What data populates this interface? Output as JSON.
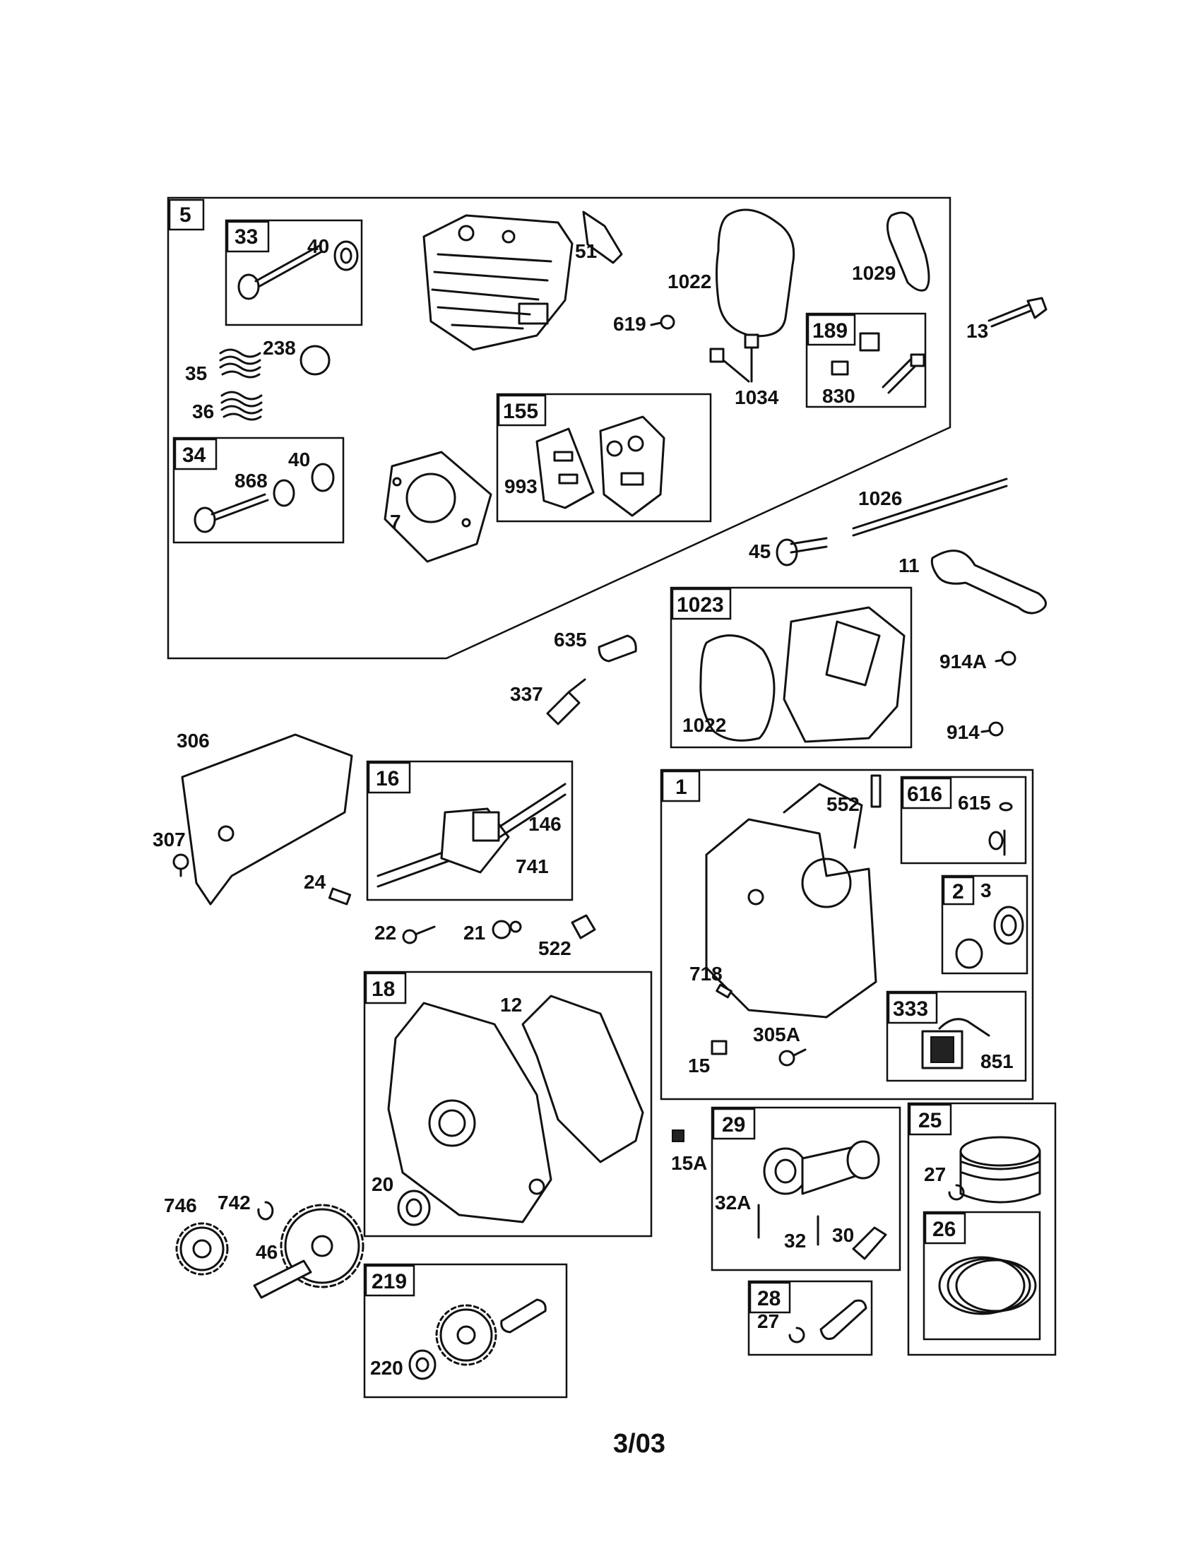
{
  "labels": {
    "b5": "5",
    "b33": "33",
    "b34": "34",
    "b155": "155",
    "b189": "189",
    "b1023": "1023",
    "b16": "16",
    "b1": "1",
    "b616": "616",
    "b2": "2",
    "b18": "18",
    "b333": "333",
    "b29": "29",
    "b25": "25",
    "b26": "26",
    "b28": "28",
    "b219": "219",
    "p40a": "40",
    "p51": "51",
    "p1022a": "1022",
    "p1029": "1029",
    "p13": "13",
    "p619": "619",
    "p238": "238",
    "p35": "35",
    "p36": "36",
    "p1034": "1034",
    "p830": "830",
    "p40b": "40",
    "p868": "868",
    "p7": "7",
    "p993": "993",
    "p1026": "1026",
    "p45": "45",
    "p11": "11",
    "p635": "635",
    "p337": "337",
    "p1022b": "1022",
    "p914A": "914A",
    "p914": "914",
    "p306": "306",
    "p307": "307",
    "p146": "146",
    "p741": "741",
    "p552": "552",
    "p615": "615",
    "p24": "24",
    "p22": "22",
    "p21": "21",
    "p522": "522",
    "p3": "3",
    "p718": "718",
    "p12": "12",
    "p305A": "305A",
    "p15": "15",
    "p851": "851",
    "p15A": "15A",
    "p32A": "32A",
    "p27a": "27",
    "p20": "20",
    "p746": "746",
    "p742": "742",
    "p46": "46",
    "p32": "32",
    "p30": "30",
    "p27b": "27",
    "p220": "220"
  },
  "footer": "3/03"
}
